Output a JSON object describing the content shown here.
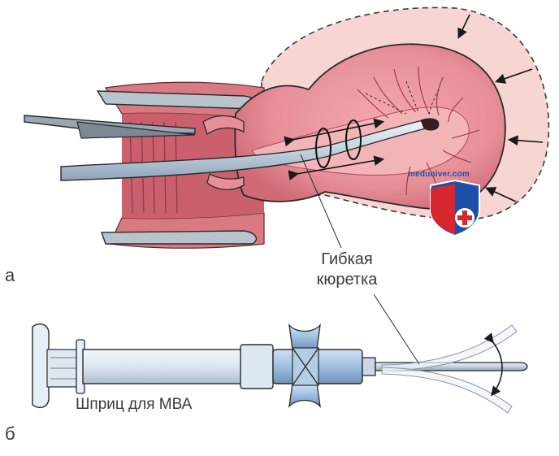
{
  "labels": {
    "panel_a": "а",
    "panel_b": "б",
    "curette_line1": "Гибкая",
    "curette_line2": "кюретка",
    "syringe": "Шприц для МВА"
  },
  "watermark": {
    "text": "meduniver.com"
  },
  "colors": {
    "tissue": "#e8939b",
    "tissue_dark": "#c7505c",
    "cavity": "#f3b4b8",
    "halo": "#f7d5d3",
    "instrument": "#c9d8e6",
    "syringe_blue": "#9fbfe0",
    "outline": "#2a2a2a",
    "watermark_blue": "#1e4fa8",
    "watermark_red": "#d8262e"
  },
  "icons": [
    "shield-icon",
    "red-cross-icon",
    "arrow-icon"
  ]
}
